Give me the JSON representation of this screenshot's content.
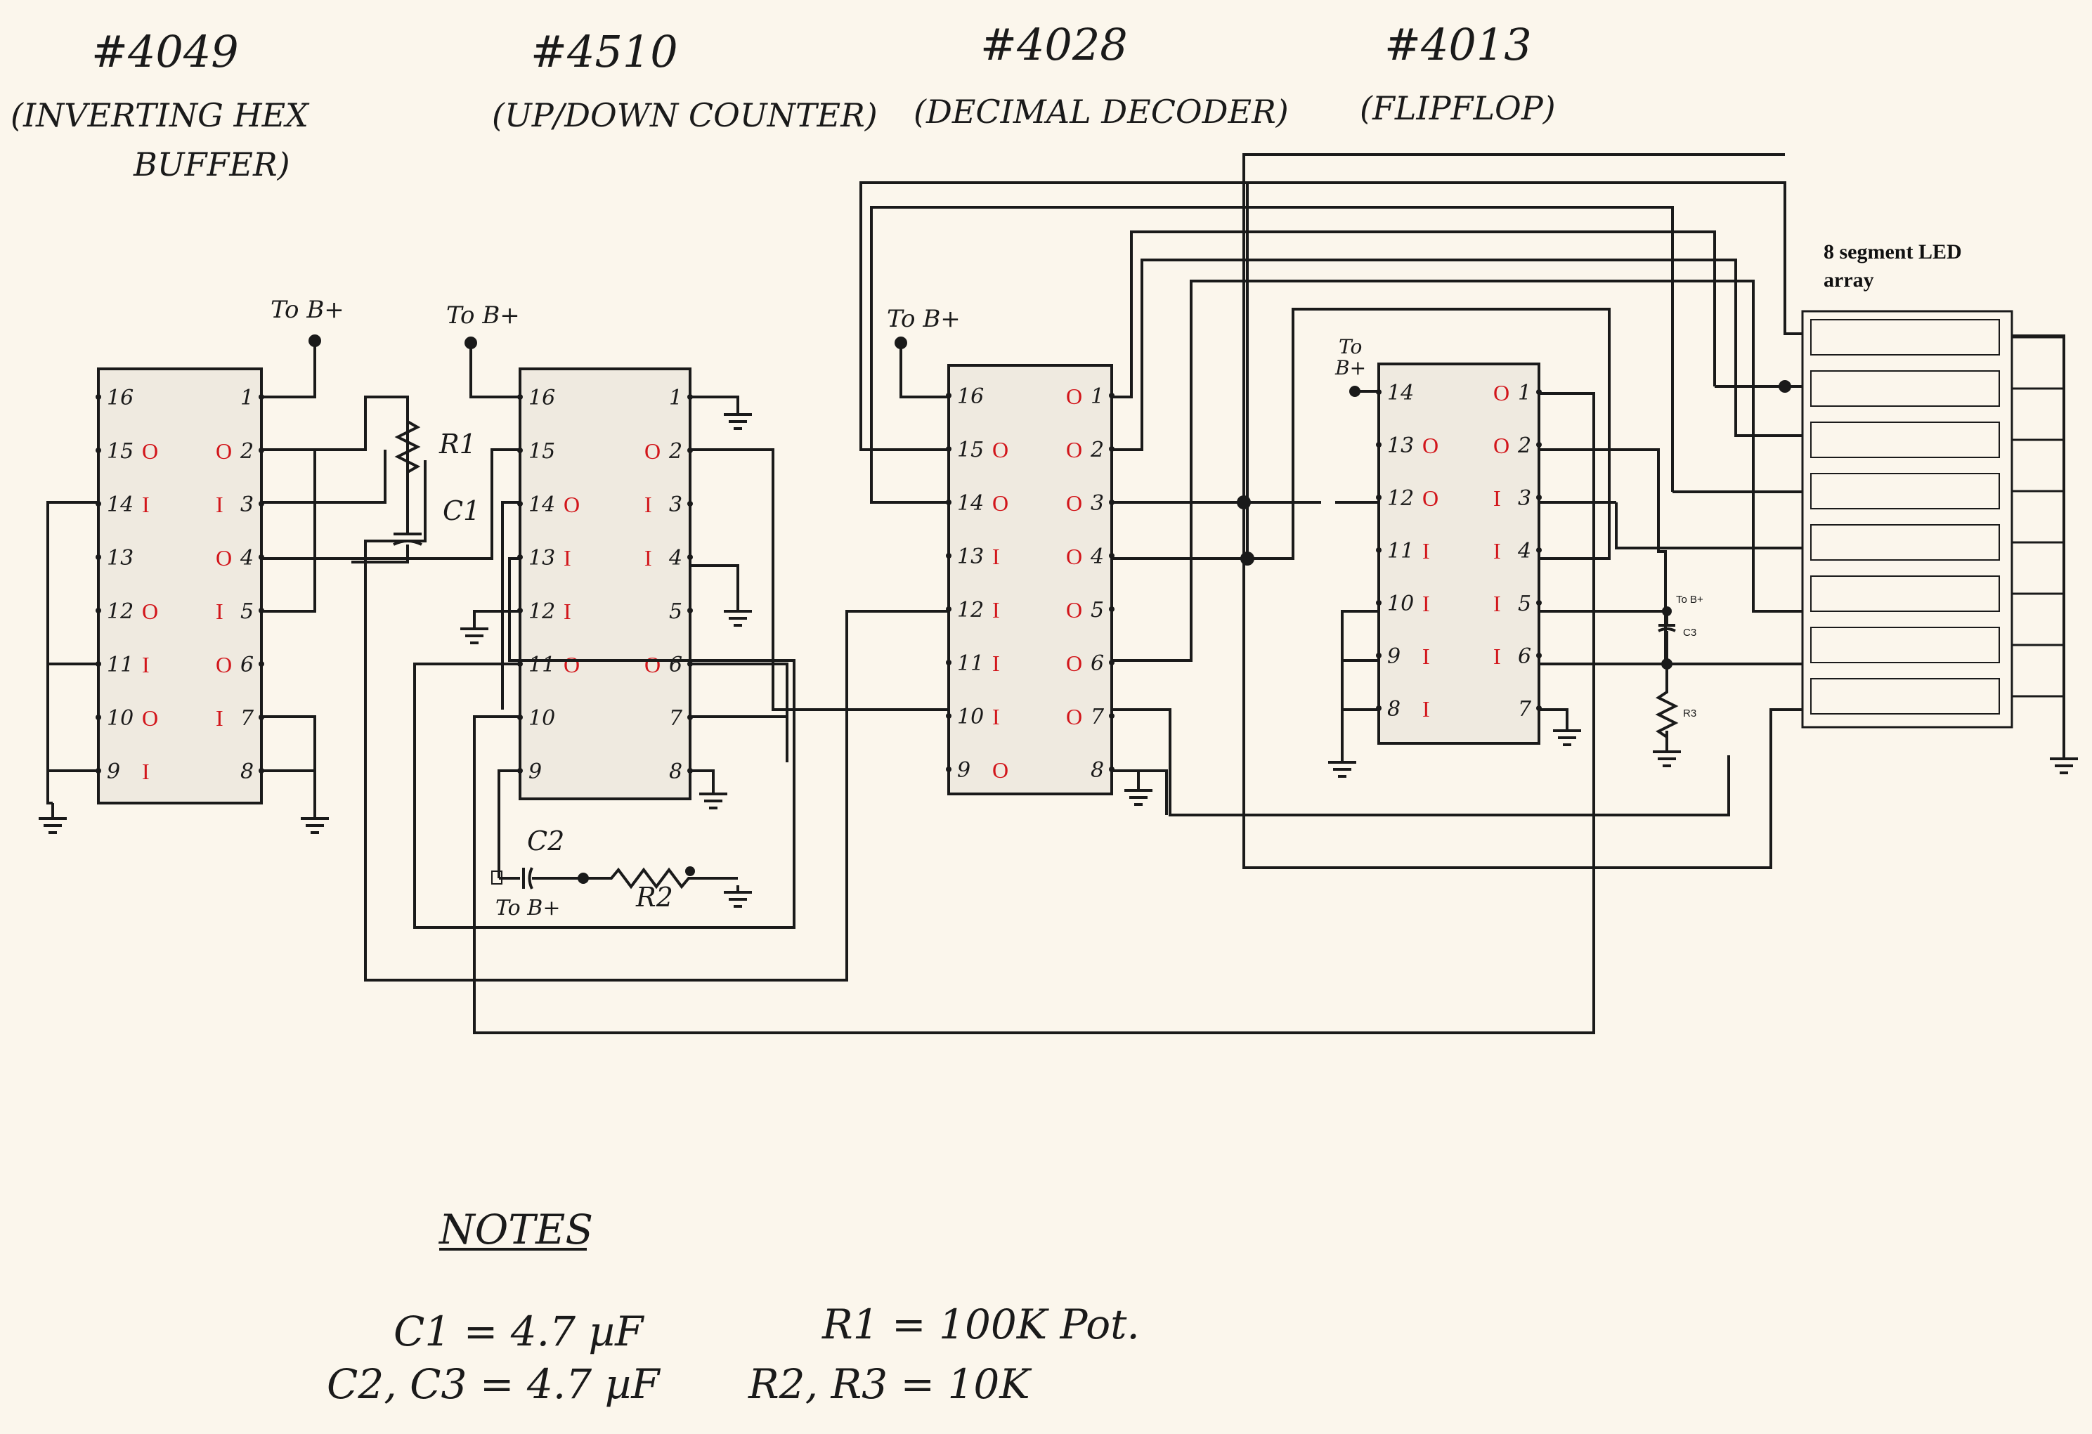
{
  "chips": {
    "c4049": {
      "number": "#4049",
      "desc1": "(INVERTING HEX",
      "desc2": "BUFFER)"
    },
    "c4510": {
      "number": "#4510",
      "desc1": "(UP/DOWN COUNTER)"
    },
    "c4028": {
      "number": "#4028",
      "desc1": "(DECIMAL DECODER)"
    },
    "c4013": {
      "number": "#4013",
      "desc1": "(FLIPFLOP)"
    }
  },
  "supply_label": "To B+",
  "supply_label_split": [
    "To",
    "B+"
  ],
  "supply_small": "To B+",
  "component_labels": {
    "r1": "R1",
    "c1": "C1",
    "c2": "C2",
    "r2": "R2",
    "c3": "C3",
    "r3": "R3"
  },
  "led": {
    "title1": "8 segment LED",
    "title2": "array",
    "segments": 8
  },
  "io_codes": {
    "c4049": {
      "left": [
        "",
        "O",
        "I",
        "",
        "O",
        "I",
        "O",
        "I"
      ],
      "right": [
        "",
        "O",
        "I",
        "O",
        "I",
        "O",
        "I",
        ""
      ]
    },
    "c4510": {
      "left": [
        "",
        "",
        "O",
        "I",
        "I",
        "O",
        "",
        ""
      ],
      "right": [
        "",
        "O",
        "I",
        "I",
        "",
        "O",
        "",
        ""
      ]
    },
    "c4028": {
      "left": [
        "",
        "O",
        "O",
        "I",
        "I",
        "I",
        "I",
        "O"
      ],
      "right": [
        "O",
        "O",
        "O",
        "O",
        "O",
        "O",
        "O",
        ""
      ]
    },
    "c4013": {
      "left": [
        "",
        "O",
        "O",
        "I",
        "I",
        "I",
        "I"
      ],
      "right": [
        "O",
        "O",
        "I",
        "I",
        "I",
        "I",
        ""
      ]
    }
  },
  "pins": {
    "c4049": {
      "left": [
        "16",
        "15",
        "14",
        "13",
        "12",
        "11",
        "10",
        "9"
      ],
      "right": [
        "1",
        "2",
        "3",
        "4",
        "5",
        "6",
        "7",
        "8"
      ]
    },
    "c4510": {
      "left": [
        "16",
        "15",
        "14",
        "13",
        "12",
        "11",
        "10",
        "9"
      ],
      "right": [
        "1",
        "2",
        "3",
        "4",
        "5",
        "6",
        "7",
        "8"
      ]
    },
    "c4028": {
      "left": [
        "16",
        "15",
        "14",
        "13",
        "12",
        "11",
        "10",
        "9"
      ],
      "right": [
        "1",
        "2",
        "3",
        "4",
        "5",
        "6",
        "7",
        "8"
      ]
    },
    "c4013": {
      "left": [
        "14",
        "13",
        "12",
        "11",
        "10",
        "9",
        "8"
      ],
      "right": [
        "1",
        "2",
        "3",
        "4",
        "5",
        "6",
        "7"
      ]
    }
  },
  "notes": {
    "heading": "NOTES",
    "line1_left": "C1 = 4.7 µF",
    "line1_right": "R1 = 100K Pot.",
    "line2_left": "C2, C3 = 4.7 µF",
    "line2_right": "R2, R3 = 10K"
  }
}
